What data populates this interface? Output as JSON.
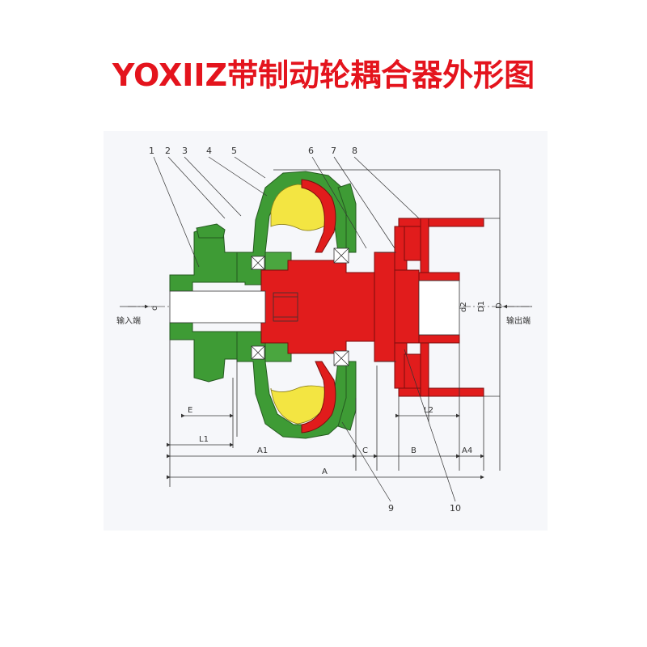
{
  "title": "YOXIIZ带制动轮耦合器外形图",
  "colors": {
    "title": "#e4141d",
    "background": "#ffffff",
    "panel": "#f6f7fa",
    "housing_green": "#3e9b35",
    "shaft_red": "#e11c1c",
    "fluid_yellow": "#f3e542",
    "line": "#333333"
  },
  "diagram": {
    "part_numbers": [
      "1",
      "2",
      "3",
      "4",
      "5",
      "6",
      "7",
      "8",
      "9",
      "10"
    ],
    "input_label": "输入端",
    "output_label": "输出端",
    "dimensions": {
      "E": "E",
      "L1": "L1",
      "A1": "A1",
      "C": "C",
      "B": "B",
      "A4": "A4",
      "A": "A",
      "L2": "L2",
      "d_input": "d",
      "d_output": "d2",
      "D_outer": "D",
      "D_drum": "D1"
    }
  }
}
